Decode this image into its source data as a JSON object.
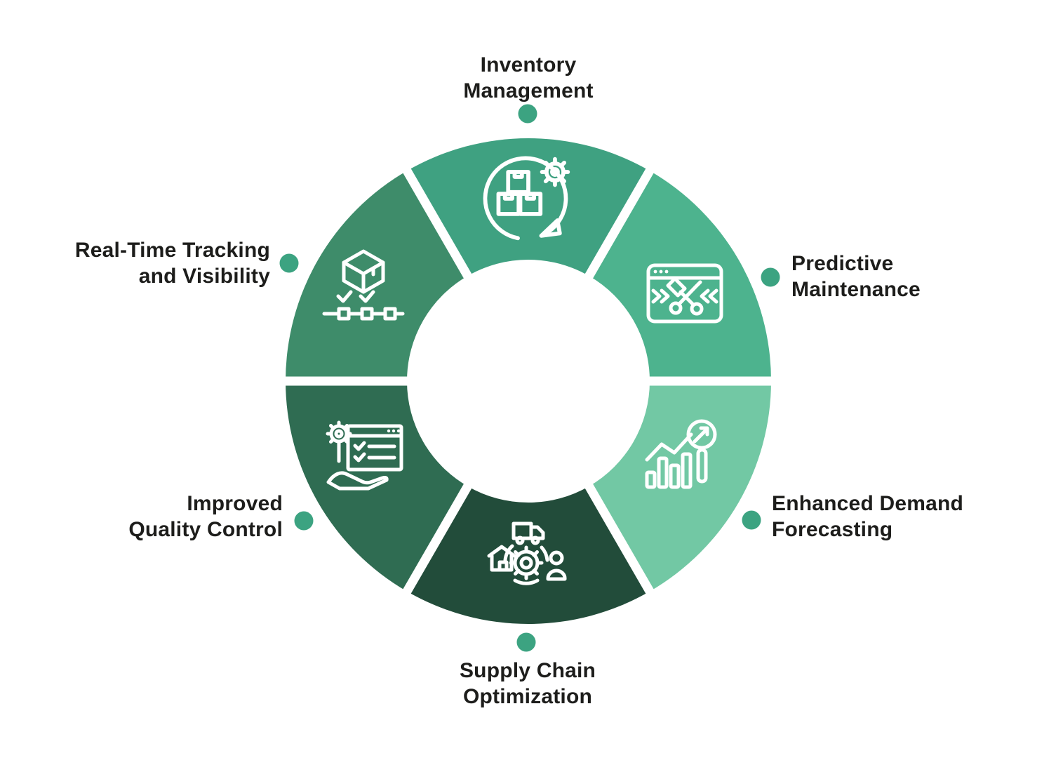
{
  "diagram": {
    "background_color": "#ffffff",
    "text_color": "#1d1d1b",
    "dot_color": "#3ca381",
    "segments": [
      {
        "label": "Inventory\nManagement",
        "icon": "inventory-management-icon",
        "color": "#3fa181"
      },
      {
        "label": "Predictive\nMaintenance",
        "icon": "predictive-maintenance-icon",
        "color": "#4db38e"
      },
      {
        "label": "Enhanced Demand\nForecasting",
        "icon": "demand-forecasting-icon",
        "color": "#72c8a4"
      },
      {
        "label": "Supply Chain\nOptimization",
        "icon": "supply-chain-icon",
        "color": "#224c3a"
      },
      {
        "label": "Improved\nQuality Control",
        "icon": "quality-control-icon",
        "color": "#2f6c52"
      },
      {
        "label": "Real-Time Tracking\nand Visibility",
        "icon": "tracking-visibility-icon",
        "color": "#3e8c6a"
      }
    ]
  }
}
